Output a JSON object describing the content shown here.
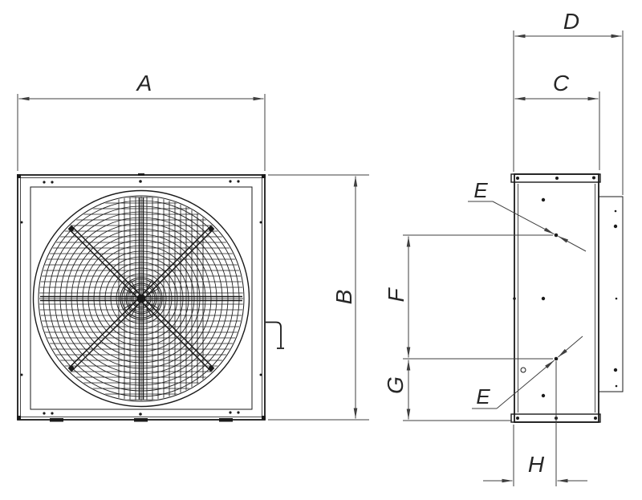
{
  "dimensions": {
    "A": "A",
    "B": "B",
    "C": "C",
    "D": "D",
    "E_top": "E",
    "E_bottom": "E",
    "F": "F",
    "G": "G",
    "H": "H"
  },
  "colors": {
    "background": "#ffffff",
    "object_line": "#1a1a1a",
    "dimension_line": "#3f3f3f",
    "label_text": "#262626"
  }
}
